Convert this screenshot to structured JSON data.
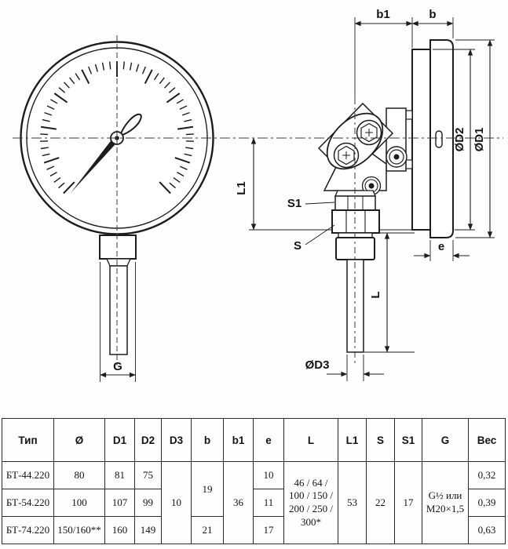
{
  "drawing": {
    "side": {
      "b1": "b1",
      "b": "b",
      "d2": "ØD2",
      "d1": "ØD1",
      "e": "e",
      "l1": "L1",
      "s1": "S1",
      "s": "S",
      "l": "L",
      "d3": "ØD3"
    },
    "dial": {
      "g": "G"
    }
  },
  "table": {
    "headers": [
      "Тип",
      "Ø",
      "D1",
      "D2",
      "D3",
      "b",
      "b1",
      "e",
      "L",
      "L1",
      "S",
      "S1",
      "G",
      "Вес"
    ],
    "rows": [
      {
        "type": "БТ-44.220",
        "dia": "80",
        "d1": "81",
        "d2": "75",
        "e": "10",
        "ves": "0,32"
      },
      {
        "type": "БТ-54.220",
        "dia": "100",
        "d1": "107",
        "d2": "99",
        "e": "11",
        "ves": "0,39"
      },
      {
        "type": "БТ-74.220",
        "dia": "150/160**",
        "d1": "160",
        "d2": "149",
        "e": "17",
        "ves": "0,63"
      }
    ],
    "merged": {
      "d3": "10",
      "b_rows12": "19",
      "b_row3": "21",
      "b1": "36",
      "l_lines": [
        "46 / 64 /",
        "100 / 150 /",
        "200 / 250 /",
        "300*"
      ],
      "l1": "53",
      "s": "22",
      "s1": "17",
      "g_lines": [
        "G½ или",
        "M20×1,5"
      ]
    }
  }
}
